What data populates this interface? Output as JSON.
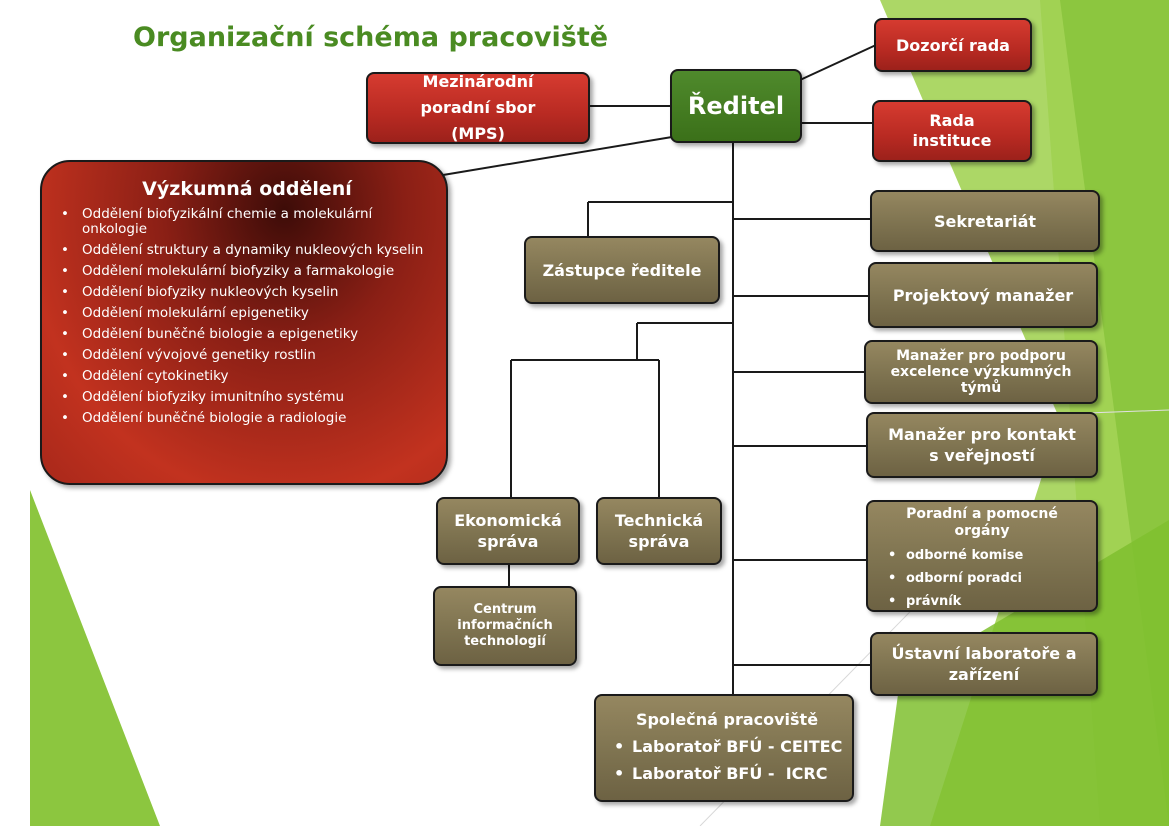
{
  "title": "Organizační schéma pracoviště",
  "colors": {
    "title_green": "#4a8b22",
    "director_green": "#3f7a1e",
    "red": "#c0312a",
    "olive": "#857a56",
    "bg_green": "#8cc63f"
  },
  "director": "Ředitel",
  "supervisory_board": "Dozorčí rada",
  "institute_board": "Rada instituce",
  "international_board": "Mezinárodní poradní sbor (MPS)",
  "deputy": "Zástupce ředitele",
  "research": {
    "title": "Výzkumná oddělení",
    "items": [
      "Oddělení biofyzikální chemie a molekulární onkologie",
      "Oddělení struktury a dynamiky nukleových kyselin",
      "Oddělení molekulární biofyziky a farmakologie",
      "Oddělení biofyziky nukleových kyselin",
      "Oddělení molekulární epigenetiky",
      "Oddělení buněčné biologie a epigenetiky",
      "Oddělení vývojové genetiky rostlin",
      "Oddělení cytokinetiky",
      "Oddělení biofyziky imunitního systému",
      "Oddělení buněčné biologie a radiologie"
    ]
  },
  "economic": "Ekonomická správa",
  "technical": "Technická správa",
  "it_center": "Centrum informačních technologií",
  "secretariat": "Sekretariát",
  "project_manager": "Projektový manažer",
  "excellence_manager": "Manažer pro podporu excelence výzkumných týmů",
  "public_manager": "Manažer pro kontakt s veřejností",
  "advisory": {
    "title": "Poradní a pomocné orgány",
    "items": [
      "odborné komise",
      "odborní poradci",
      "právník"
    ]
  },
  "labs": "Ústavní laboratoře a zařízení",
  "joint": {
    "title": "Společná pracoviště",
    "items": [
      "Laboratoř BFÚ - CEITEC",
      "Laboratoř BFÚ -  ICRC"
    ]
  }
}
